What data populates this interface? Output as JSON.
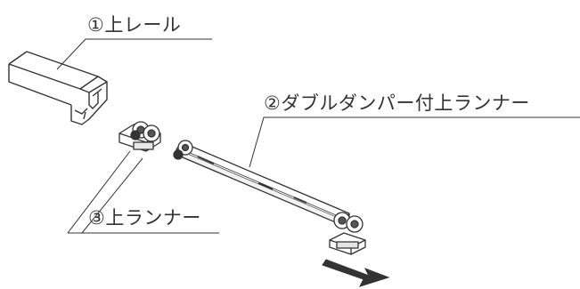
{
  "labels": {
    "upper_rail": "①上レール",
    "double_damper_runner": "②ダブルダンパー付上ランナー",
    "upper_runner": "③上ランナー"
  },
  "colors": {
    "line": "#333333",
    "arrow": "#333333",
    "background": "#ffffff"
  }
}
